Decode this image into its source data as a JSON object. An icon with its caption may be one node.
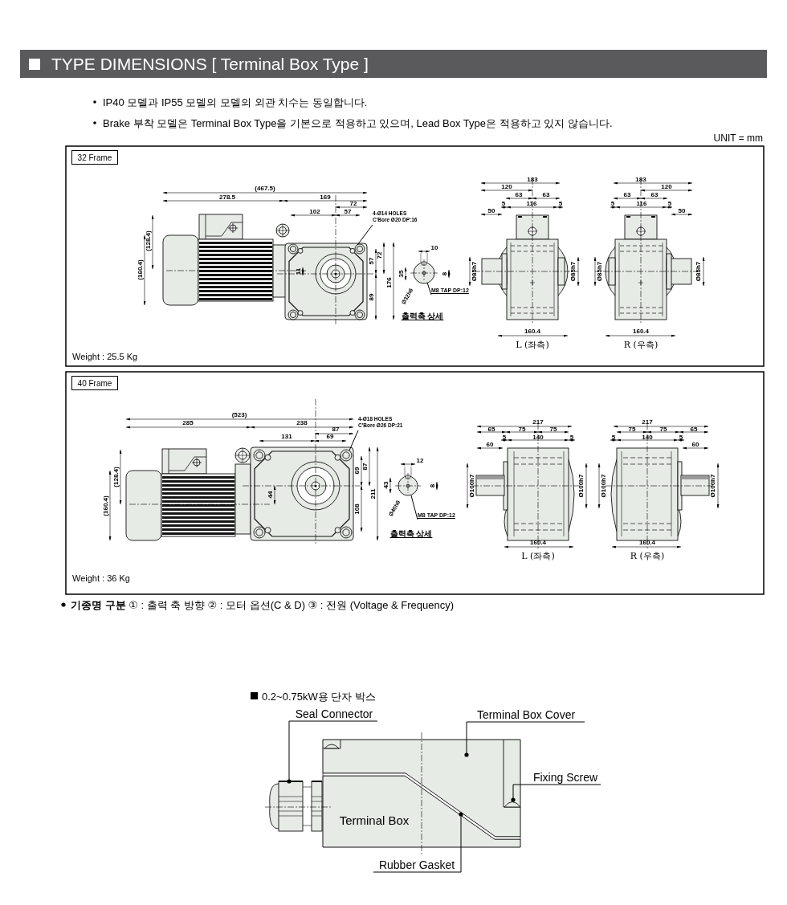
{
  "diagram": {
    "title": "TYPE DIMENSIONS [ Terminal Box Type ]",
    "nodes": [
      {
        "text": [
          "32 Frame"
        ]
      },
      {
        "text": [
          "40 Frame"
        ]
      },
      {
        "text": [
          "4-Ø14 HOLES C'Bore Ø20 DP:16"
        ]
      },
      {
        "text": [
          "M8 TAP DP:12"
        ]
      },
      {
        "text": [
          "4-Ø18 HOLES C'Bore Ø26 DP:21"
        ]
      },
      {
        "text": [
          "M8 TAP DP:12"
        ]
      },
      {
        "text": [
          "Seal Connector"
        ]
      },
      {
        "text": [
          "Terminal Box Cover"
        ]
      },
      {
        "text": [
          "Fixing Screw"
        ]
      },
      {
        "text": [
          "Rubber Gasket"
        ]
      },
      {
        "text": [],
        "shape": "picture"
      },
      {
        "text": [],
        "shape": "box"
      },
      {
        "text": [],
        "shape": "picture",
        "in": 11
      },
      {
        "text": [],
        "shape": "bar"
      },
      {
        "text": [],
        "shape": "circle"
      },
      {
        "text": [],
        "shape": "circle"
      },
      {
        "text": [],
        "shape": "circle"
      },
      {
        "text": [],
        "shape": "circle"
      }
    ],
    "edges": [
      {
        "from": 2,
        "to": 14,
        "arrow": "none"
      },
      {
        "from": 3,
        "to": 15,
        "arrow": "none"
      },
      {
        "from": 4,
        "to": 16,
        "arrow": "none"
      },
      {
        "from": 5,
        "to": 17,
        "arrow": "none"
      },
      {
        "from": 6,
        "to": 10,
        "arrow": "other"
      },
      {
        "from": 7,
        "to": 11,
        "arrow": "other"
      },
      {
        "from": 8,
        "to": 12,
        "arrow": "other"
      },
      {
        "from": 9,
        "to": 13,
        "arrow": "other"
      }
    ],
    "labels": [
      "IP40 모델과 IP55 모델의 모델의 외관 치수는 동일합니다.",
      "Brake 부착 모델은 Terminal Box Type을 기본으로 적용하고 있으며, Lead Box Type은 적용하고 있지 않습니다.",
      "UNIT = mm",
      "(467.5)",
      "278.5",
      "169",
      "72",
      "102",
      "57",
      "(128.4)",
      "(160.4)",
      "11",
      "72",
      "57",
      "176",
      "89",
      "10",
      "35",
      "8",
      "Ø32h6",
      "출력축 상세",
      "183",
      "120",
      "63",
      "63",
      "5",
      "116",
      "5",
      "50",
      "Ø85h7",
      "Ø85h7",
      "160.4",
      "L (좌측)",
      "183",
      "120",
      "63",
      "63",
      "5",
      "116",
      "5",
      "50",
      "Ø85h7",
      "Ø85h7",
      "160.4",
      "R (우측)",
      "Weight : 25.5 Kg",
      "(523)",
      "285",
      "238",
      "87",
      "131",
      "69",
      "(128.4)",
      "(160.4)",
      "44",
      "69",
      "87",
      "211",
      "108",
      "12",
      "43",
      "8",
      "Ø40h6",
      "출력축 상세",
      "217",
      "65",
      "75",
      "75",
      "5",
      "140",
      "5",
      "60",
      "Ø100h7",
      "Ø100h7",
      "160.4",
      "L (좌측)",
      "217",
      "75",
      "75",
      "65",
      "5",
      "140",
      "5",
      "60",
      "Ø100h7",
      "Ø100h7",
      "160.4",
      "R (우측)",
      "Weight : 36 Kg",
      "**기종명 구분** ① : 출력 축 방향 ② : 모터 옵션(C & D) ③ : 전원 (Voltage & Frequency)",
      "0.2~0.75kW용 단자 박스",
      "Terminal Box"
    ]
  }
}
